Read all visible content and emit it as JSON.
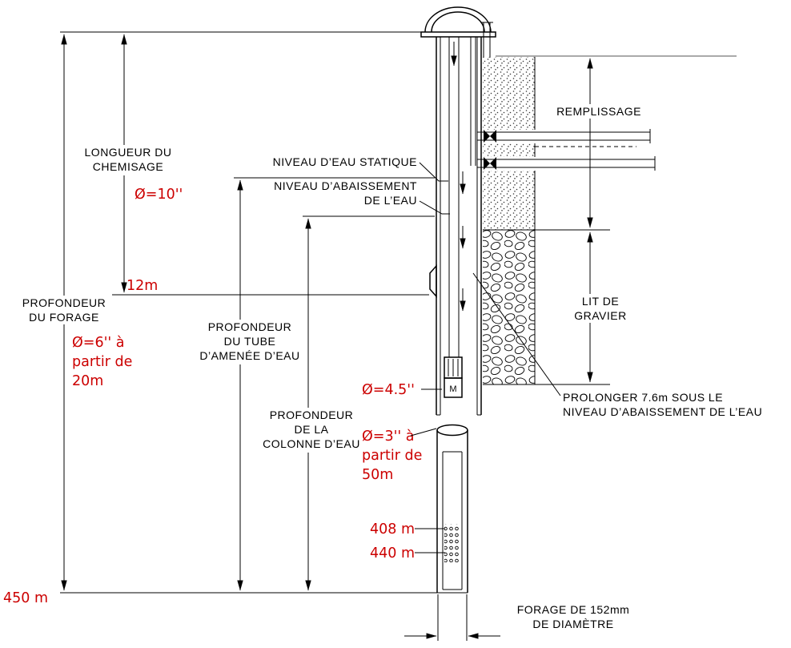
{
  "colors": {
    "annotation_red": "#cc0000",
    "line_black": "#000000"
  },
  "left": {
    "borehole": {
      "l1": "PROFONDEUR",
      "l2": "DU FORAGE",
      "d1": "Ø=6'' à",
      "d2": "partir de",
      "d3": "20m",
      "total": "450 m"
    },
    "casing": {
      "l1": "LONGUEUR DU",
      "l2": "CHEMISAGE",
      "dia": "Ø=10''",
      "depth": "12m"
    },
    "tube": {
      "l1": "PROFONDEUR",
      "l2": "DU TUBE",
      "l3": "D’AMENÉE D’EAU"
    },
    "column": {
      "l1": "PROFONDEUR",
      "l2": "DE LA",
      "l3": "COLONNE D’EAU"
    }
  },
  "levels": {
    "static": "NIVEAU D’EAU STATIQUE",
    "draw1": "NIVEAU D’ABAISSEMENT",
    "draw2": "DE L’EAU"
  },
  "right": {
    "backfill": "REMPLISSAGE",
    "gravel1": "LIT DE",
    "gravel2": "GRAVIER",
    "prolong1": "PROLONGER 7.6m SOUS LE",
    "prolong2": "NIVEAU D’ABAISSEMENT DE L’EAU"
  },
  "pipe": {
    "pump_dia": "Ø=4.5''",
    "lower1": "Ø=3'' à",
    "lower2": "partir de",
    "lower3": "50m",
    "screen_top": "408 m",
    "screen_bottom": "440 m",
    "motor": "M"
  },
  "bottom": {
    "bore1": "FORAGE DE 152mm",
    "bore2": "DE DIAMÈTRE"
  }
}
